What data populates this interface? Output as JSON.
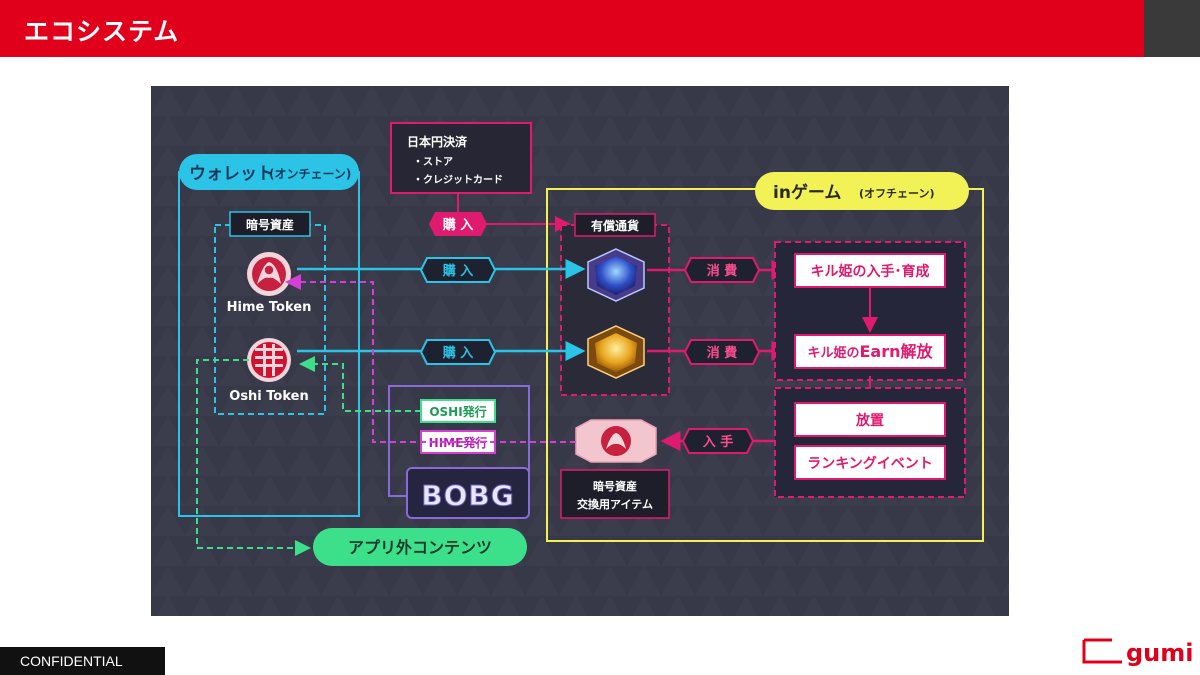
{
  "header": {
    "title": "エコシステム"
  },
  "footer": {
    "confidential": "CONFIDENTIAL",
    "logo": "gumi"
  },
  "diagram": {
    "wallet_title": "ウォレット",
    "wallet_sub": "(オンチェーン)",
    "crypto_assets": "暗号資産",
    "hime_token": "Hime Token",
    "oshi_token": "Oshi Token",
    "jpy_title": "日本円決済",
    "jpy_item1": "・ストア",
    "jpy_item2": "・クレジットカード",
    "purchase": "購 入",
    "ingame_prefix": "in",
    "ingame_title": "ゲーム",
    "ingame_sub": "(オフチェーン)",
    "paid_currency": "有償通貨",
    "consume": "消 費",
    "acquire": "入 手",
    "box_obtain": "キル姫の入手･育成",
    "box_earn_a": "キル姫の",
    "box_earn_b": "Earn",
    "box_earn_c": "解放",
    "box_idle": "放置",
    "box_ranking": "ランキングイベント",
    "oshi_issue": "OSHI発行",
    "hime_issue": "HIME発行",
    "bobg": "BOBG",
    "exchange_1": "暗号資産",
    "exchange_2": "交換用アイテム",
    "external": "アプリ外コンテンツ",
    "colors": {
      "cyan": "#2bc3e6",
      "yellow": "#f2f256",
      "pink": "#e01a6e",
      "green": "#3de08a",
      "purple": "#8a6ad6",
      "magenta": "#d63fd6"
    }
  }
}
